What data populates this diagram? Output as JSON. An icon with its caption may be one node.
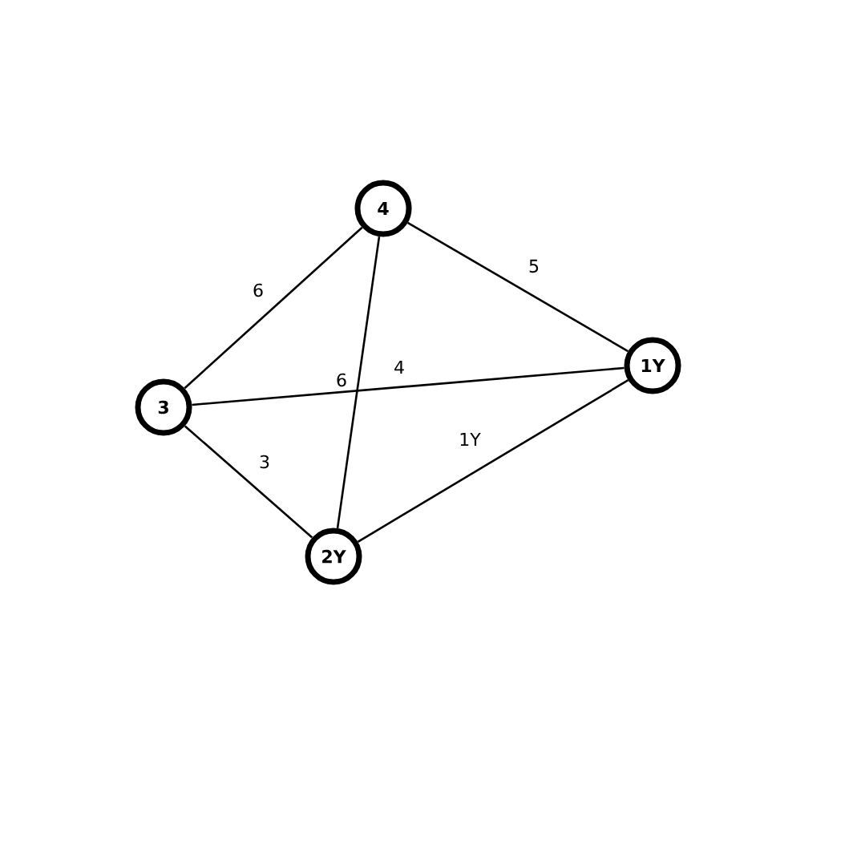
{
  "diagram": {
    "nodes": [
      {
        "text": [
          "4"
        ]
      },
      {
        "text": [
          "3"
        ]
      },
      {
        "text": [
          "1Y"
        ]
      },
      {
        "text": [
          "2Y"
        ]
      }
    ],
    "edges": [
      {
        "from": 1,
        "to": 0,
        "arrow": "none",
        "label": "6"
      },
      {
        "from": 0,
        "to": 2,
        "arrow": "none",
        "label": "5"
      },
      {
        "from": 1,
        "to": 2,
        "arrow": "none",
        "label": "4"
      },
      {
        "from": 0,
        "to": 3,
        "arrow": "none",
        "label": "6"
      },
      {
        "from": 1,
        "to": 3,
        "arrow": "none",
        "label": "3"
      },
      {
        "from": 3,
        "to": 2,
        "arrow": "none",
        "label": "1Y"
      }
    ]
  }
}
